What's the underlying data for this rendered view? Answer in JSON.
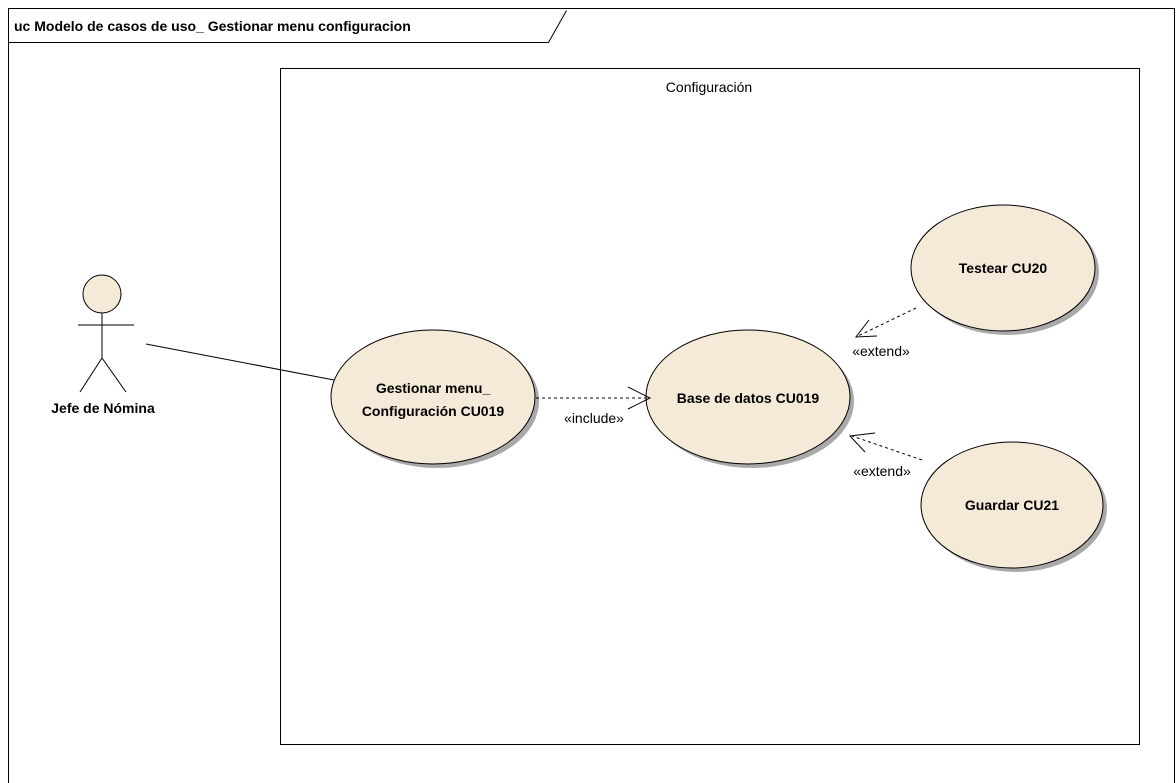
{
  "frame": {
    "title": "uc Modelo de casos de uso_ Gestionar menu configuracion"
  },
  "system": {
    "label": "Configuración"
  },
  "actor": {
    "name": "Jefe de Nómina"
  },
  "use_cases": {
    "gestionar": {
      "line1": "Gestionar menu_",
      "line2": "Configuración CU019"
    },
    "base_datos": {
      "label": "Base de datos CU019"
    },
    "testear": {
      "label": "Testear CU20"
    },
    "guardar": {
      "label": "Guardar CU21"
    }
  },
  "relations": {
    "include": {
      "label": "«include»"
    },
    "extend_testear": {
      "label": "«extend»"
    },
    "extend_guardar": {
      "label": "«extend»"
    }
  },
  "colors": {
    "usecase_fill": "#f5ead8",
    "shadow": "#a9a9a9",
    "stroke": "#000000"
  }
}
